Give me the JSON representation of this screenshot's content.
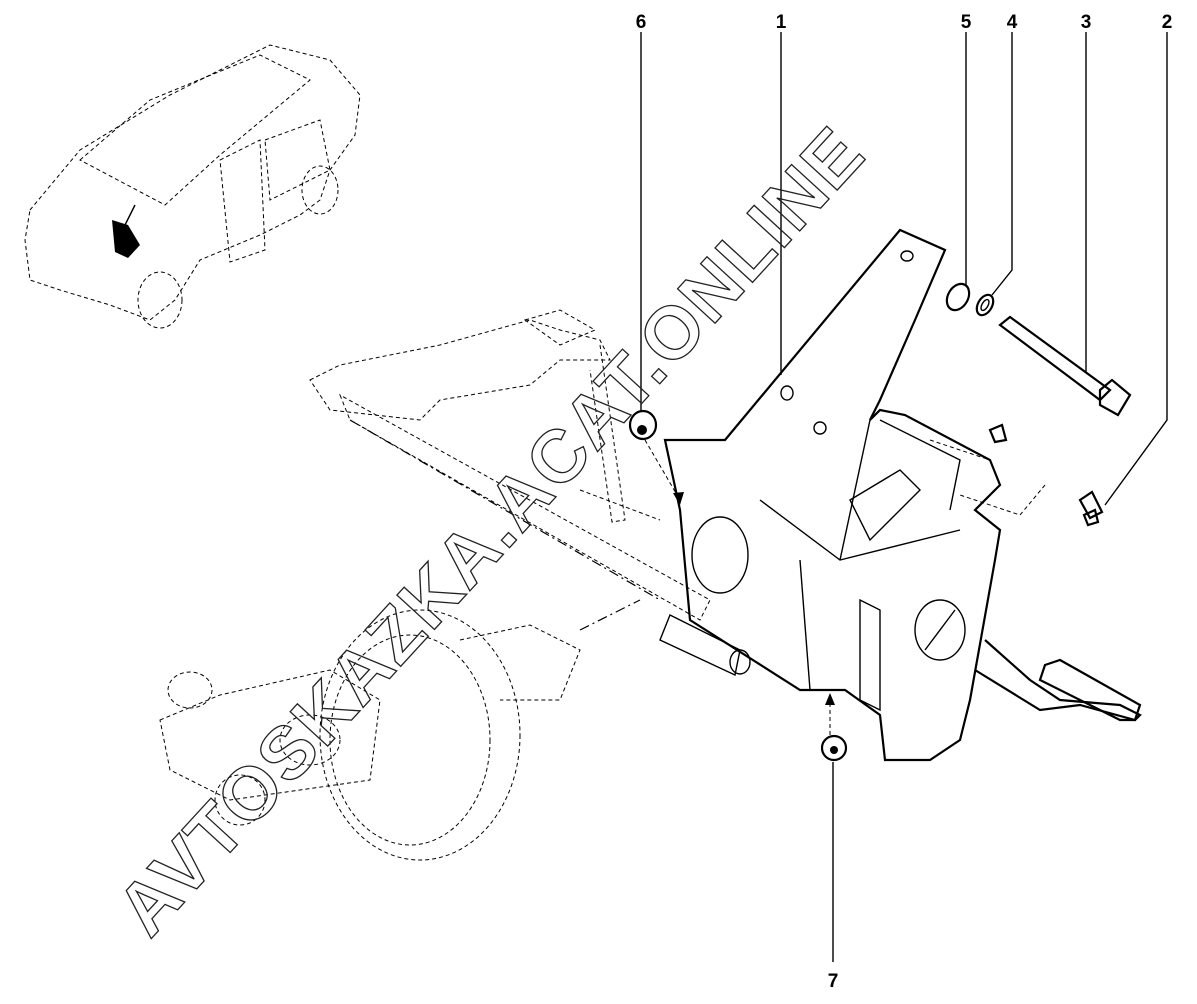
{
  "diagram": {
    "title_watermark": "AVTOSKAZKA.ACAT.ONLINE",
    "callouts": [
      {
        "id": "6"
      },
      {
        "id": "1"
      },
      {
        "id": "5"
      },
      {
        "id": "4"
      },
      {
        "id": "3"
      },
      {
        "id": "2"
      },
      {
        "id": "7"
      }
    ]
  }
}
